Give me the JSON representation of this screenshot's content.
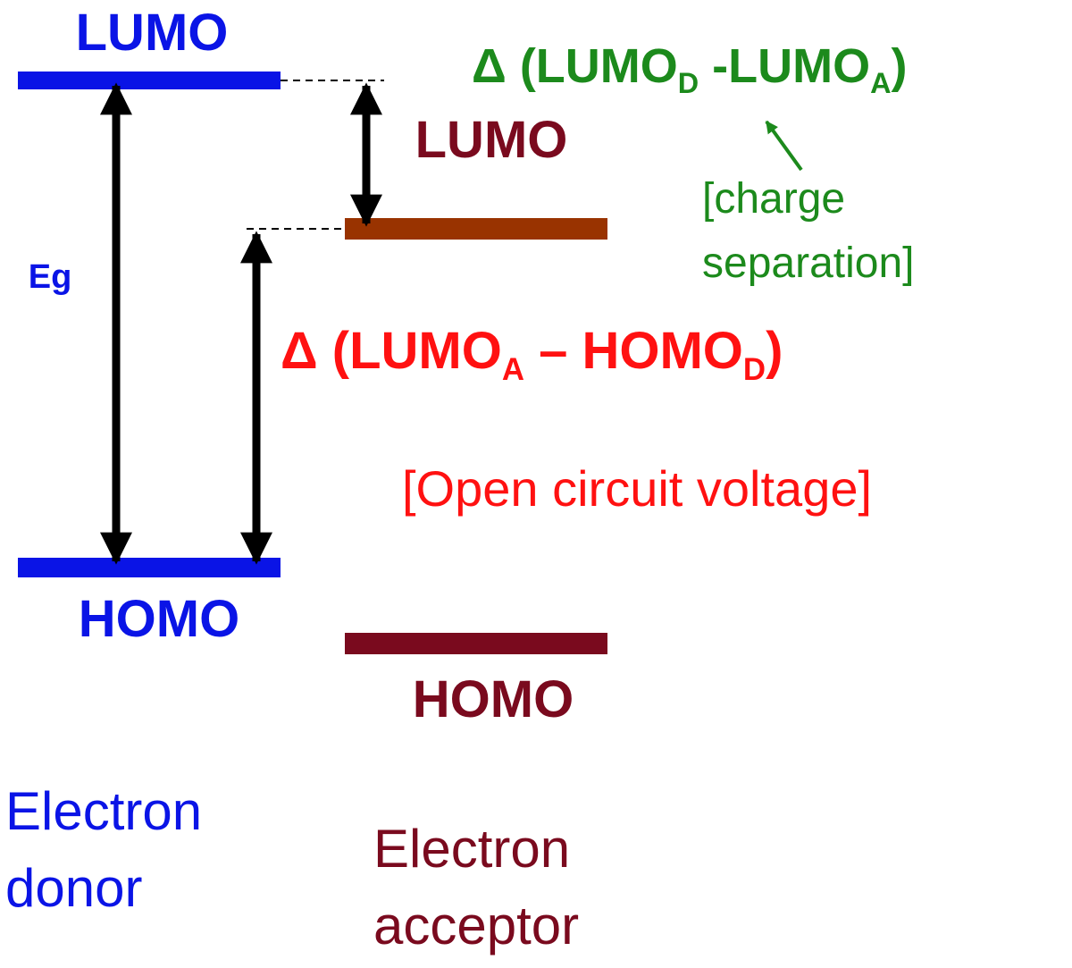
{
  "colors": {
    "donor": "#0a14e6",
    "acceptor_lumo": "#993300",
    "acceptor": "#7a0a1e",
    "green": "#1c8a1c",
    "red": "#ff1111",
    "arrow": "#000000"
  },
  "donor": {
    "lumo_label": "LUMO",
    "homo_label": "HOMO",
    "eg_label": "Eg",
    "caption_line1": "Electron",
    "caption_line2": "donor"
  },
  "acceptor": {
    "lumo_label": "LUMO",
    "homo_label": "HOMO",
    "caption_line1": "Electron",
    "caption_line2": "acceptor"
  },
  "lumo_offset": {
    "prefix": "Δ (LUMO",
    "sub1": "D",
    "middle": " -LUMO",
    "sub2": "A",
    "suffix": ")",
    "note_line1": "[charge",
    "note_line2": "separation]"
  },
  "voc": {
    "prefix": "Δ (LUMO",
    "sub1": "A",
    "middle": " – HOMO",
    "sub2": "D",
    "suffix": ")",
    "note": "[Open circuit voltage]"
  }
}
